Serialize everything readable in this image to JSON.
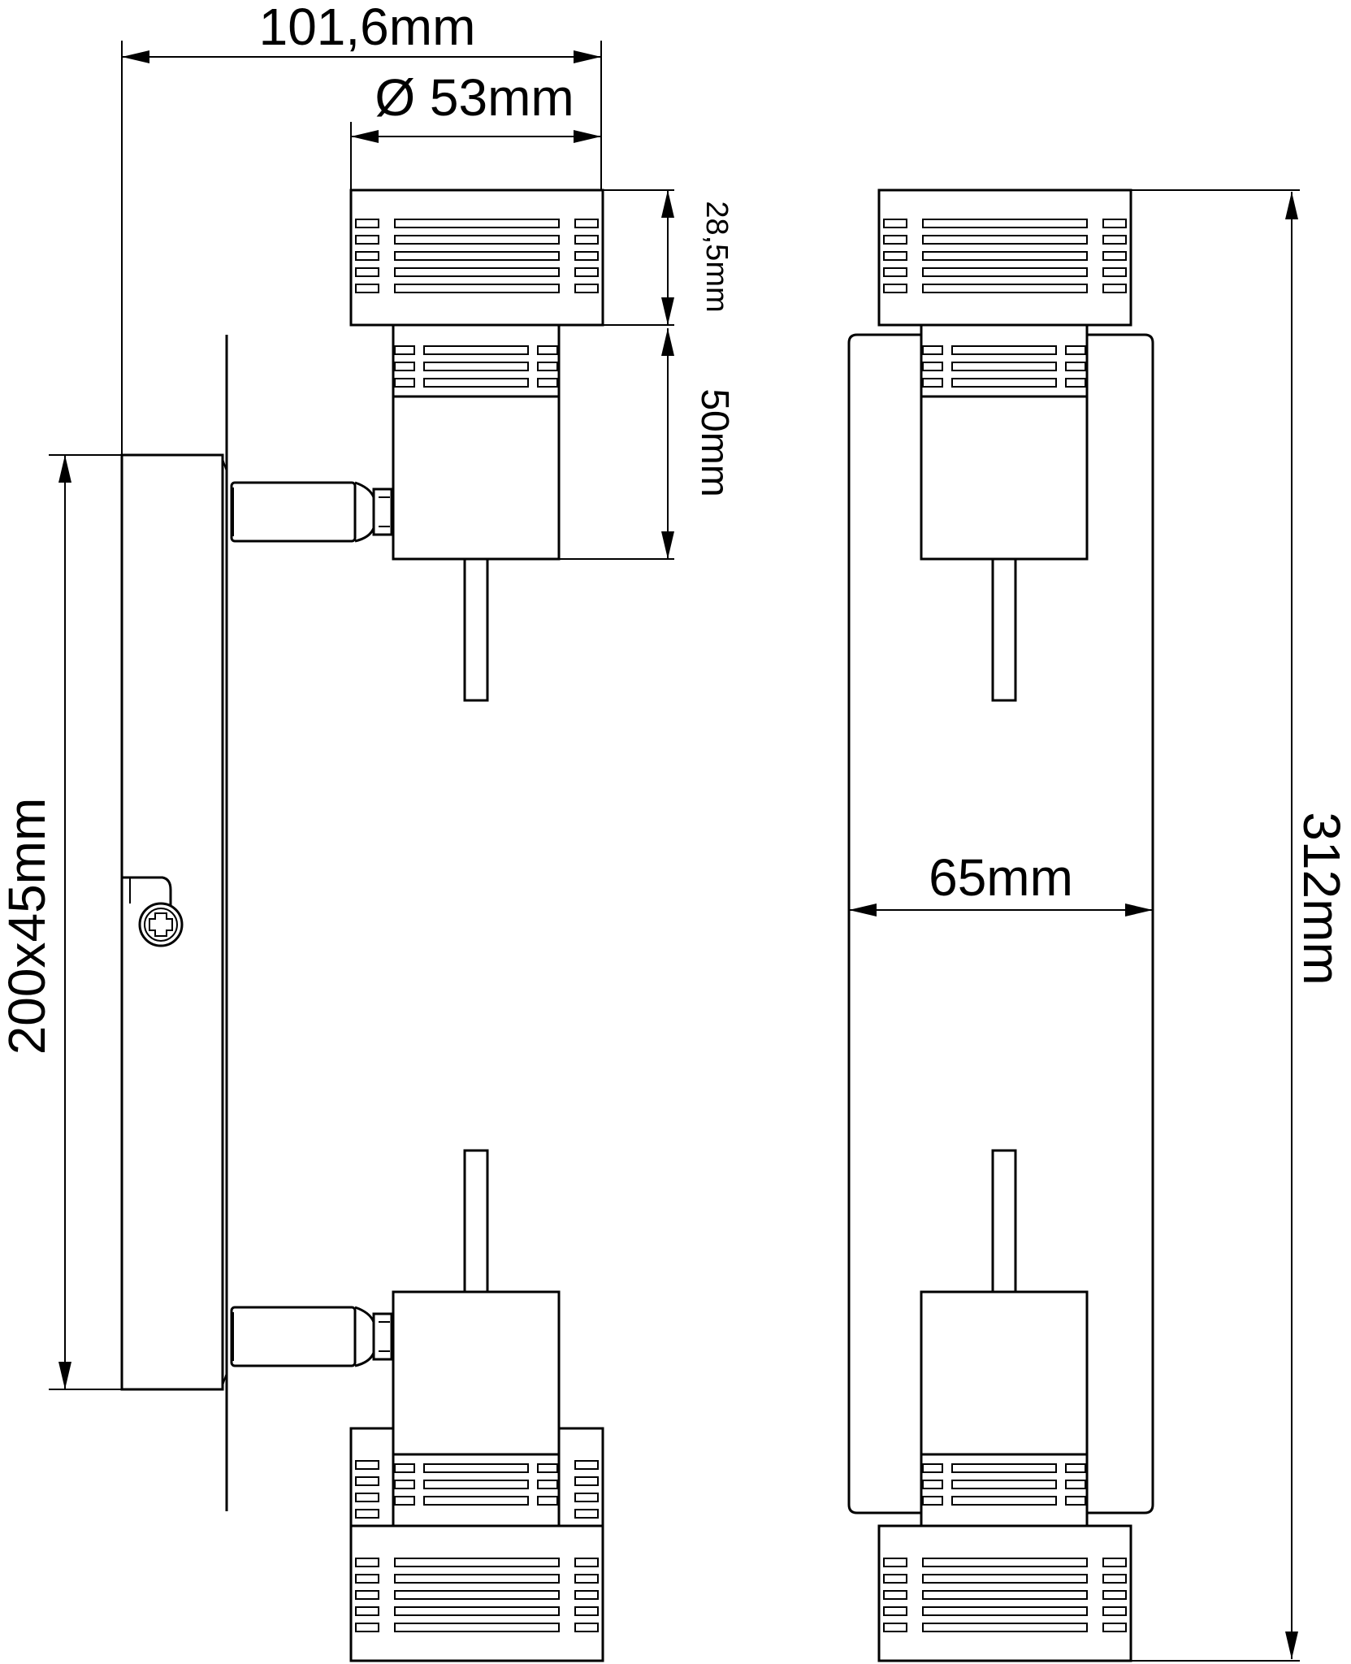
{
  "dimensions": {
    "total_depth": "101,6mm",
    "head_diameter": "Ø 53mm",
    "head_height": "28,5mm",
    "body_height": "50mm",
    "base_plate": "200x45mm",
    "total_length": "312mm",
    "plate_width": "65mm"
  },
  "colors": {
    "line": "#000000",
    "background": "#ffffff"
  }
}
